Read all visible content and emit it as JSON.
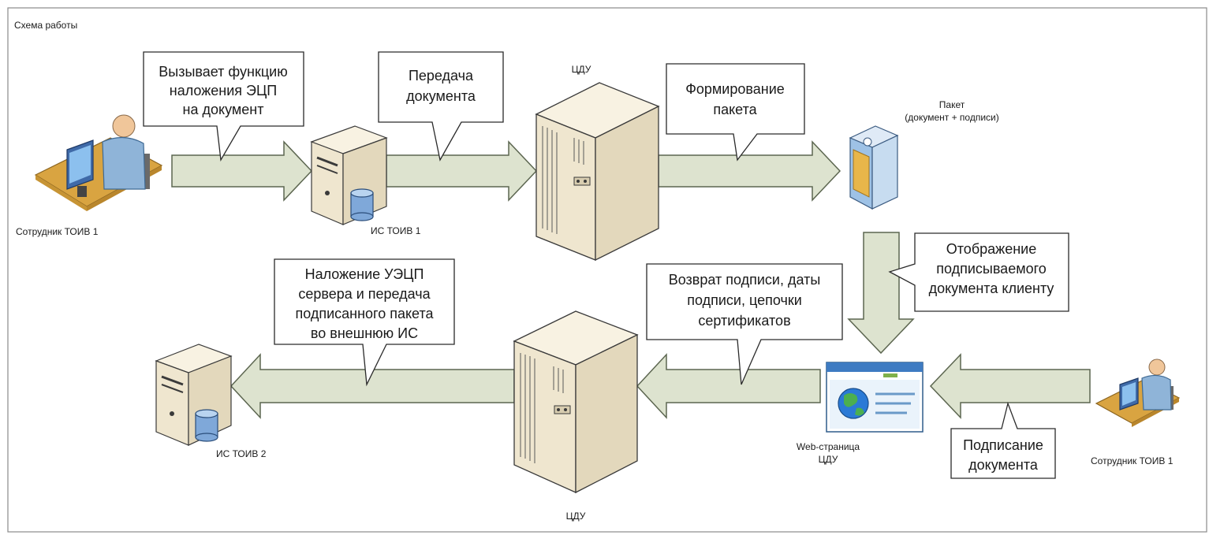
{
  "frame": {
    "title": "Схема работы"
  },
  "nodes": {
    "employee_top": {
      "label": "Сотрудник ТОИВ 1"
    },
    "is_toiv1": {
      "label": "ИС ТОИВ 1"
    },
    "cdu_top": {
      "label": "ЦДУ"
    },
    "package": {
      "label_line1": "Пакет",
      "label_line2": "(документ + подписи)"
    },
    "web_page": {
      "label_line1": "Web-страница",
      "label_line2": "ЦДУ"
    },
    "employee_bottom": {
      "label": "Сотрудник ТОИВ 1"
    },
    "cdu_bottom": {
      "label": "ЦДУ"
    },
    "is_toiv2": {
      "label": "ИС ТОИВ 2"
    }
  },
  "callouts": {
    "call_sign": {
      "lines": [
        "Вызывает функцию",
        "наложения ЭЦП",
        "на документ"
      ]
    },
    "transfer": {
      "lines": [
        "Передача",
        "документа"
      ]
    },
    "form_package": {
      "lines": [
        "Формирование",
        "пакета"
      ]
    },
    "display_doc": {
      "lines": [
        "Отображение",
        "подписываемого",
        "документа клиенту"
      ]
    },
    "return_sig": {
      "lines": [
        "Возврат подписи, даты",
        "подписи, цепочки",
        "сертификатов"
      ]
    },
    "apply_uecp": {
      "lines": [
        "Наложение УЭЦП",
        "сервера и передача",
        "подписанного пакета",
        "во внешнюю ИС"
      ]
    },
    "sign_doc": {
      "lines": [
        "Подписание",
        "документа"
      ]
    }
  },
  "colors": {
    "arrow_fill": "#dde3cf",
    "arrow_stroke": "#5c6650",
    "server_face": "#f3ecd9",
    "server_side": "#e3d8bc",
    "server_line": "#3a3a3a",
    "person_body": "#8fb4d8",
    "desk": "#d9a441",
    "globe": "#2b7ad6",
    "frame": "#8a8a8a"
  }
}
